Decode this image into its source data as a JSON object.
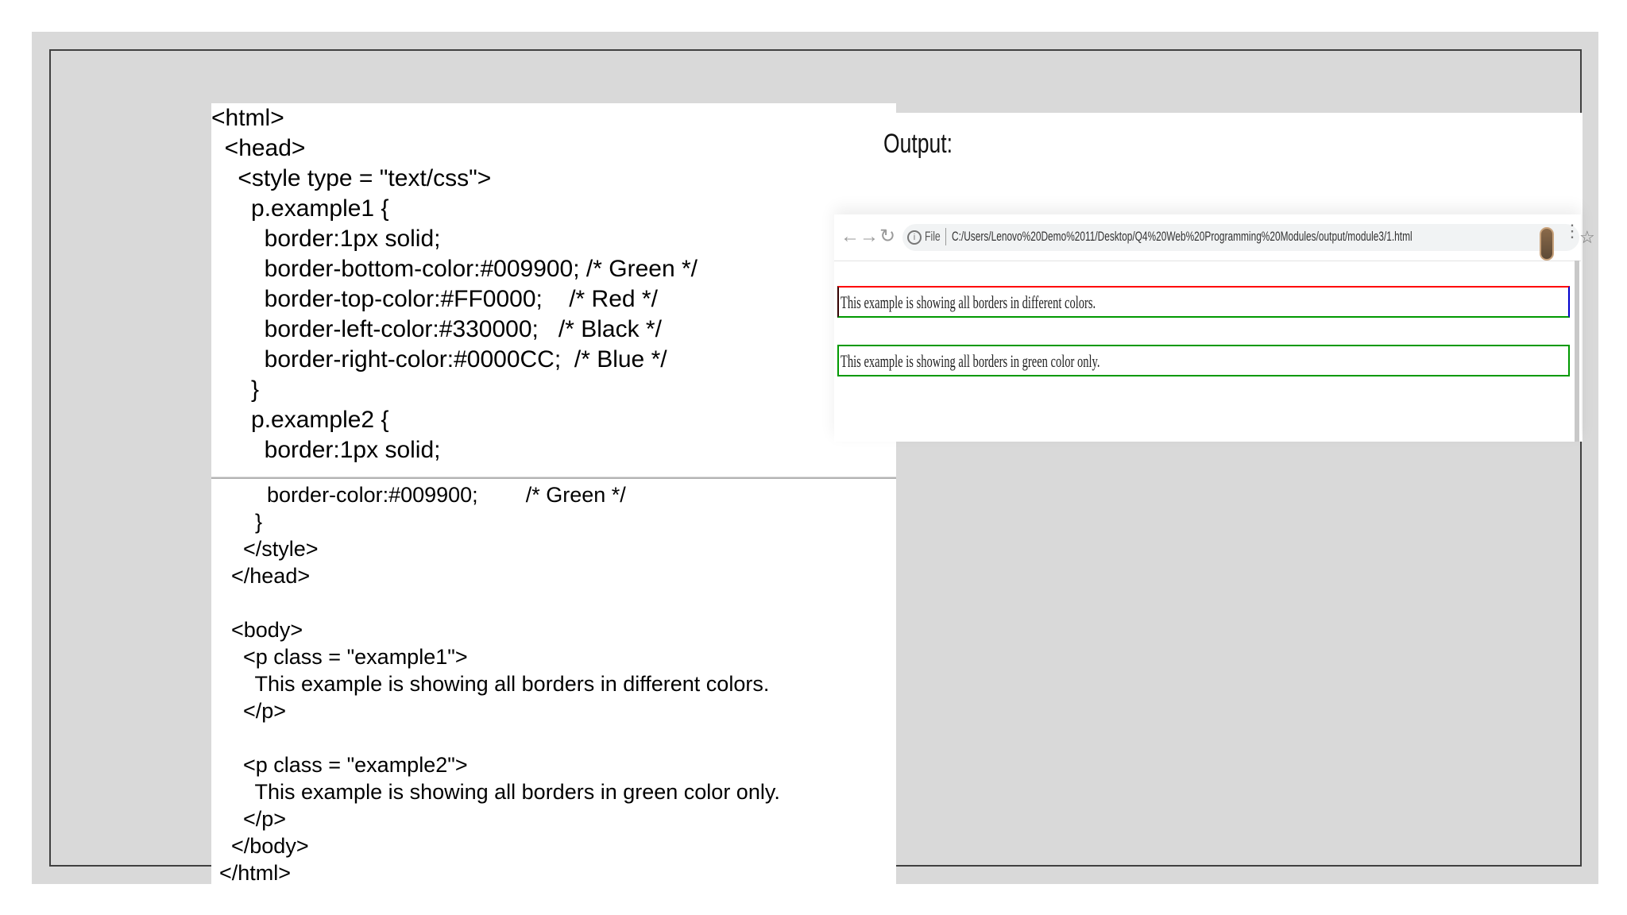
{
  "code_top_lines": [
    "<html>",
    "  <head>",
    "    <style type = \"text/css\">",
    "      p.example1 {",
    "        border:1px solid;",
    "        border-bottom-color:#009900; /* Green */",
    "        border-top-color:#FF0000;    /* Red */",
    "        border-left-color:#330000;   /* Black */",
    "        border-right-color:#0000CC;  /* Blue */",
    "      }",
    "      p.example2 {",
    "        border:1px solid;"
  ],
  "code_bottom_lines": [
    "        border-color:#009900;        /* Green */",
    "      }",
    "    </style>",
    "  </head>",
    "",
    "  <body>",
    "    <p class = \"example1\">",
    "      This example is showing all borders in different colors.",
    "    </p>",
    "",
    "    <p class = \"example2\">",
    "      This example is showing all borders in green color only.",
    "    </p>",
    "  </body>",
    "</html>"
  ],
  "output": {
    "label": "Output:",
    "browser": {
      "back_icon": "back-arrow-icon",
      "forward_icon": "forward-arrow-icon",
      "reload_icon": "reload-icon",
      "scheme_label": "File",
      "url": "C:/Users/Lenovo%20Demo%2011/Desktop/Q4%20Web%20Programming%20Modules/output/module3/1.html"
    },
    "paragraphs": [
      "This example is showing all borders in different colors.",
      "This example is showing all borders in green color only."
    ],
    "colors": {
      "top": "#FF0000",
      "bottom": "#009900",
      "left": "#330000",
      "right": "#0000CC",
      "example2": "#009900"
    }
  }
}
